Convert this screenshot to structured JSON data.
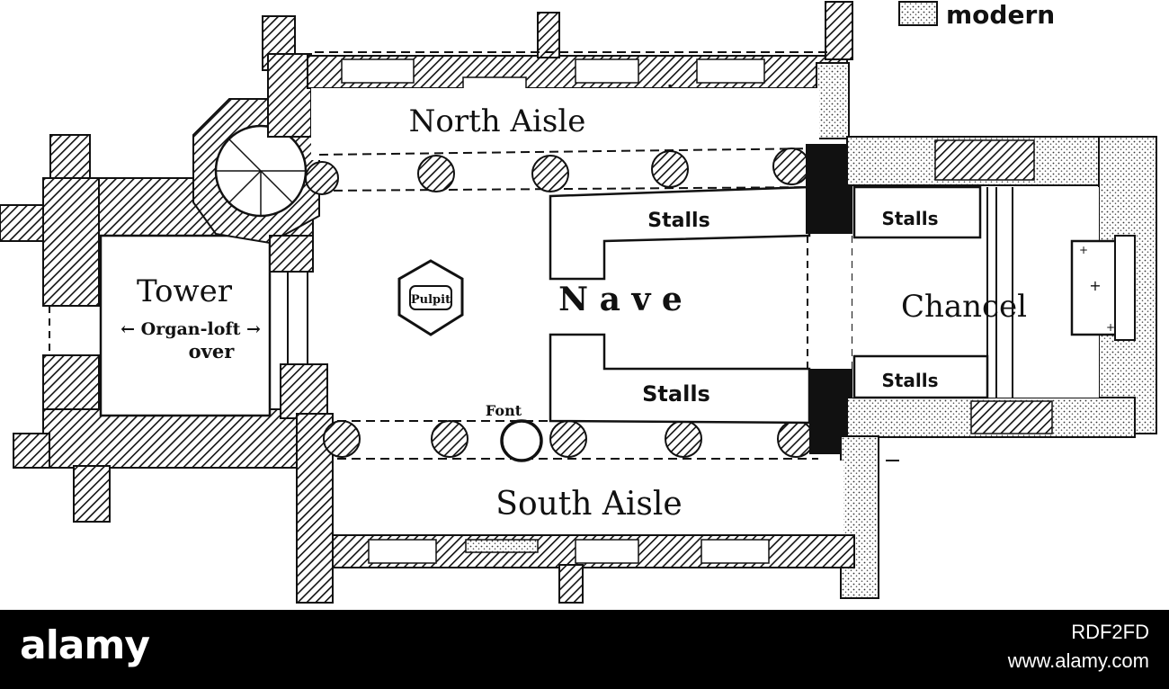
{
  "legend": {
    "modern_label": "modern"
  },
  "rooms": {
    "north_aisle": "North Aisle",
    "south_aisle": "South Aisle",
    "nave": "N  a  v  e",
    "tower": "Tower",
    "organ_loft_1": "← Organ-loft →",
    "organ_loft_2": "over",
    "chancel": "Chancel",
    "stalls_nave_north": "Stalls",
    "stalls_nave_south": "Stalls",
    "stalls_chancel_north": "Stalls",
    "stalls_chancel_south": "Stalls"
  },
  "fixtures": {
    "pulpit": "Pulpit",
    "font": "Font"
  },
  "footer": {
    "brand": "alamy",
    "image_id": "RDF2FD",
    "site": "www.alamy.com"
  }
}
